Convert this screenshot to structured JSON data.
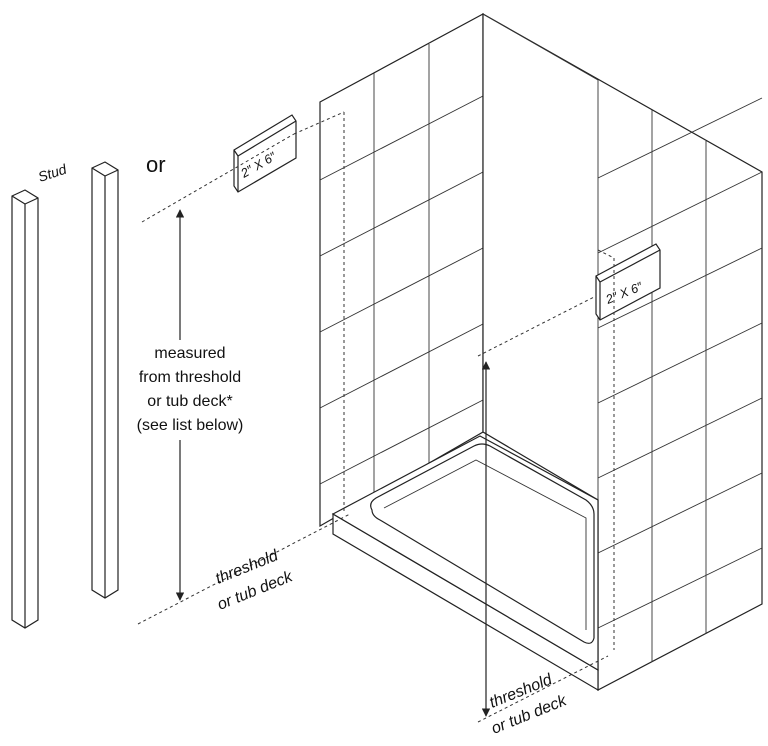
{
  "labels": {
    "stud": "Stud",
    "or": "or",
    "block_left": "2″ X 6″",
    "block_right": "2″ X 6″",
    "measured_line1": "measured",
    "measured_line2": "from threshold",
    "measured_line3": "or tub deck*",
    "measured_line4": "(see list below)",
    "threshold_left_line1": "threshold",
    "threshold_left_line2": "or tub deck",
    "threshold_right_line1": "threshold",
    "threshold_right_line2": "or tub deck"
  }
}
